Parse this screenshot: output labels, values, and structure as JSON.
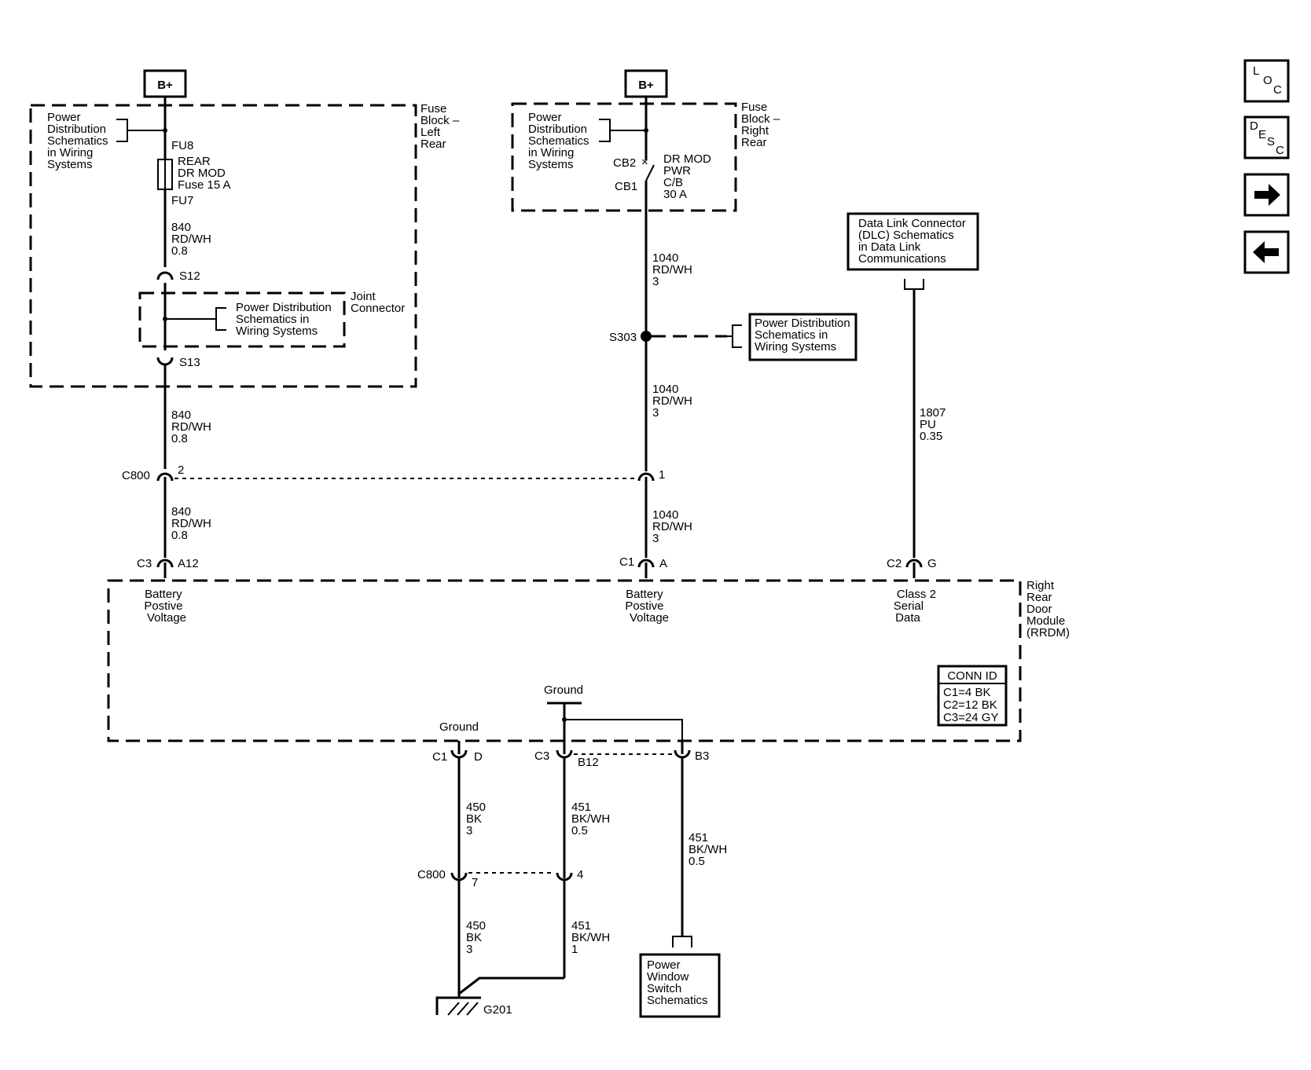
{
  "battery": {
    "label": "B+"
  },
  "power_dist": [
    "Power",
    "Distribution",
    "Schematics",
    "in Wiring",
    "Systems"
  ],
  "power_dist_box": [
    "Power Distribution",
    "Schematics in",
    "Wiring Systems"
  ],
  "fuse_block_left": [
    "Fuse",
    "Block –",
    "Left",
    "Rear"
  ],
  "fuse_block_right": [
    "Fuse",
    "Block –",
    "Right",
    "Rear"
  ],
  "fuse": {
    "top": "FU8",
    "bottom": "FU7",
    "name": [
      "REAR",
      "DR MOD",
      "Fuse 15 A"
    ]
  },
  "breaker": {
    "top": "CB2",
    "bottom": "CB1",
    "name": [
      "DR MOD",
      "PWR",
      "C/B",
      "30 A"
    ]
  },
  "joint_connector": [
    "Joint",
    "Connector"
  ],
  "splices": {
    "s12": "S12",
    "s13": "S13",
    "s303": "S303"
  },
  "wire_840": [
    "840",
    "RD/WH",
    "0.8"
  ],
  "wire_1040": [
    "1040",
    "RD/WH",
    "3"
  ],
  "wire_1807": [
    "1807",
    "PU",
    "0.35"
  ],
  "wire_450": [
    "450",
    "BK",
    "3"
  ],
  "wire_451_a": [
    "451",
    "BK/WH",
    "0.5"
  ],
  "wire_451_b": [
    "451",
    "BK/WH",
    "1"
  ],
  "dlc": [
    "Data Link Connector",
    "(DLC) Schematics",
    "in Data Link",
    "Communications"
  ],
  "connectors": {
    "c800": "C800",
    "c800_pin2": "2",
    "c800_pin1": "1",
    "c3": "C3",
    "c3_pin": "A12",
    "c1": "C1",
    "c1_pin": "A",
    "c2": "C2",
    "c2_pin": "G",
    "c1_gnd": "C1",
    "c1_gnd_pin": "D",
    "c3_gnd": "C3",
    "c3_gnd_pin": "B12",
    "b3_pin": "B3",
    "c800_low": "C800",
    "c800_pin7": "7",
    "c800_pin4": "4"
  },
  "module": {
    "name": [
      "Right",
      "Rear",
      "Door",
      "Module",
      "(RRDM)"
    ],
    "bat1": [
      "Battery",
      "Postive",
      "Voltage"
    ],
    "bat2": [
      "Battery",
      "Postive",
      "Voltage"
    ],
    "serial": [
      "Class 2",
      "Serial",
      "Data"
    ],
    "ground_a": "Ground",
    "ground_b": "Ground"
  },
  "conn_id": {
    "title": "CONN ID",
    "lines": [
      "C1=4 BK",
      "C2=12 BK",
      "C3=24 GY"
    ]
  },
  "pws": [
    "Power",
    "Window",
    "Switch",
    "Schematics"
  ],
  "ground_label": "G201",
  "nav": {
    "loc": [
      "L",
      "O",
      "C"
    ],
    "desc": [
      "D",
      "E",
      "S",
      "C"
    ],
    "forward": "right-arrow-icon",
    "back": "left-arrow-icon"
  }
}
